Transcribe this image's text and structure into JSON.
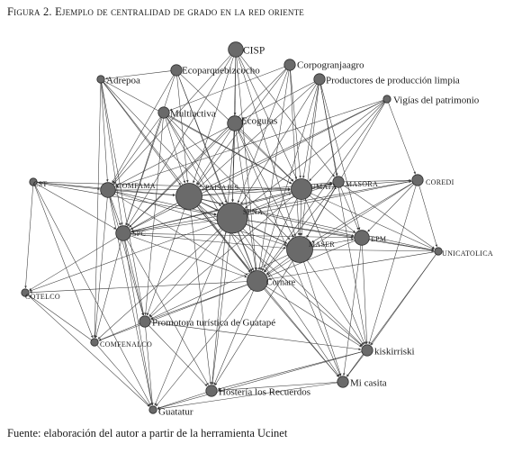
{
  "figure": {
    "title": "Figura 2. Ejemplo de centralidad de grado en la red oriente",
    "source": "Fuente: elaboración del autor a partir de la herramienta Ucinet"
  },
  "colors": {
    "node_fill": "#6a6a6a",
    "edge": "#3a3a3a",
    "text": "#1a1a1a"
  },
  "nodes": [
    {
      "id": "cisp",
      "label": "CISP",
      "size": 2
    },
    {
      "id": "ecoparque",
      "label": "Ecoparquebizcocho",
      "size": 1
    },
    {
      "id": "corpogranjaagro",
      "label": "Corpogranjaagro",
      "size": 1
    },
    {
      "id": "adrepoa",
      "label": "Adrepoa",
      "size": 0
    },
    {
      "id": "productores",
      "label": "Productores de producción limpia",
      "size": 1
    },
    {
      "id": "vigias",
      "label": "Vigías del patrimonio",
      "size": 0
    },
    {
      "id": "multiactiva",
      "label": "Multiactiva",
      "size": 1
    },
    {
      "id": "ecoguias",
      "label": "Ecoguias",
      "size": 2
    },
    {
      "id": "cst",
      "label": "CST",
      "size": 0
    },
    {
      "id": "comfama",
      "label": "COMFAMA",
      "size": 2
    },
    {
      "id": "paisajes",
      "label": "PAISAJES",
      "size": 4
    },
    {
      "id": "umata",
      "label": "UMATA",
      "size": 3
    },
    {
      "id": "masora",
      "label": "MASORA",
      "size": 1
    },
    {
      "id": "coredi",
      "label": "COREDI",
      "size": 1
    },
    {
      "id": "sena",
      "label": "SENA",
      "size": 5
    },
    {
      "id": "spc",
      "label": "SPC",
      "size": 2
    },
    {
      "id": "maser",
      "label": "MASER",
      "size": 4
    },
    {
      "id": "epm",
      "label": "EPM",
      "size": 2
    },
    {
      "id": "unicatolica",
      "label": "UNICATOLICA",
      "size": 0
    },
    {
      "id": "cotelco",
      "label": "COTELCO",
      "size": 0
    },
    {
      "id": "cornare",
      "label": "Cornare",
      "size": 3
    },
    {
      "id": "promotora",
      "label": "Promotora turística de Guatapé",
      "size": 1
    },
    {
      "id": "comfenalco",
      "label": "COMFENALCO",
      "size": 0
    },
    {
      "id": "kiskirriski",
      "label": "kiskirriski",
      "size": 1
    },
    {
      "id": "micasita",
      "label": "Mi casita",
      "size": 1
    },
    {
      "id": "hosteria",
      "label": "Hostería los Recuerdos",
      "size": 1
    },
    {
      "id": "guatatur",
      "label": "Guatatur",
      "size": 0
    }
  ],
  "edges": [
    [
      "cisp",
      "sena"
    ],
    [
      "cisp",
      "paisajes"
    ],
    [
      "cisp",
      "umata"
    ],
    [
      "cisp",
      "cornare"
    ],
    [
      "cisp",
      "comfama"
    ],
    [
      "cisp",
      "maser"
    ],
    [
      "cisp",
      "spc"
    ],
    [
      "cisp",
      "ecoguias"
    ],
    [
      "cisp",
      "masora"
    ],
    [
      "ecoparque",
      "paisajes"
    ],
    [
      "ecoparque",
      "sena"
    ],
    [
      "ecoparque",
      "umata"
    ],
    [
      "ecoparque",
      "cornare"
    ],
    [
      "ecoparque",
      "comfama"
    ],
    [
      "ecoparque",
      "spc"
    ],
    [
      "ecoparque",
      "adrepoa"
    ],
    [
      "corpogranjaagro",
      "sena"
    ],
    [
      "corpogranjaagro",
      "umata"
    ],
    [
      "corpogranjaagro",
      "paisajes"
    ],
    [
      "corpogranjaagro",
      "maser"
    ],
    [
      "corpogranjaagro",
      "cornare"
    ],
    [
      "corpogranjaagro",
      "multiactiva"
    ],
    [
      "corpogranjaagro",
      "spc"
    ],
    [
      "adrepoa",
      "paisajes"
    ],
    [
      "adrepoa",
      "sena"
    ],
    [
      "adrepoa",
      "comfama"
    ],
    [
      "adrepoa",
      "spc"
    ],
    [
      "adrepoa",
      "cornare"
    ],
    [
      "adrepoa",
      "umata"
    ],
    [
      "adrepoa",
      "promotora"
    ],
    [
      "adrepoa",
      "comfenalco"
    ],
    [
      "productores",
      "sena"
    ],
    [
      "productores",
      "umata"
    ],
    [
      "productores",
      "paisajes"
    ],
    [
      "productores",
      "maser"
    ],
    [
      "productores",
      "cornare"
    ],
    [
      "productores",
      "masora"
    ],
    [
      "productores",
      "epm"
    ],
    [
      "productores",
      "ecoguias"
    ],
    [
      "productores",
      "kiskirriski"
    ],
    [
      "vigias",
      "sena"
    ],
    [
      "vigias",
      "paisajes"
    ],
    [
      "vigias",
      "umata"
    ],
    [
      "vigias",
      "cornare"
    ],
    [
      "vigias",
      "coredi"
    ],
    [
      "vigias",
      "spc"
    ],
    [
      "vigias",
      "comfama"
    ],
    [
      "vigias",
      "maser"
    ],
    [
      "multiactiva",
      "sena"
    ],
    [
      "multiactiva",
      "paisajes"
    ],
    [
      "multiactiva",
      "umata"
    ],
    [
      "multiactiva",
      "cornare"
    ],
    [
      "multiactiva",
      "comfama"
    ],
    [
      "multiactiva",
      "spc"
    ],
    [
      "multiactiva",
      "promotora"
    ],
    [
      "multiactiva",
      "maser"
    ],
    [
      "ecoguias",
      "sena"
    ],
    [
      "ecoguias",
      "paisajes"
    ],
    [
      "ecoguias",
      "umata"
    ],
    [
      "ecoguias",
      "cornare"
    ],
    [
      "ecoguias",
      "comfama"
    ],
    [
      "ecoguias",
      "spc"
    ],
    [
      "ecoguias",
      "maser"
    ],
    [
      "ecoguias",
      "hosteria"
    ],
    [
      "ecoguias",
      "micasita"
    ],
    [
      "cst",
      "comfama"
    ],
    [
      "cst",
      "paisajes"
    ],
    [
      "cst",
      "sena"
    ],
    [
      "cst",
      "spc"
    ],
    [
      "cst",
      "umata"
    ],
    [
      "cst",
      "cotelco"
    ],
    [
      "cst",
      "guatatur"
    ],
    [
      "cst",
      "comfenalco"
    ],
    [
      "comfama",
      "paisajes"
    ],
    [
      "comfama",
      "sena"
    ],
    [
      "comfama",
      "umata"
    ],
    [
      "comfama",
      "spc"
    ],
    [
      "comfama",
      "cornare"
    ],
    [
      "comfama",
      "promotora"
    ],
    [
      "comfama",
      "guatatur"
    ],
    [
      "comfama",
      "comfenalco"
    ],
    [
      "comfama",
      "maser"
    ],
    [
      "paisajes",
      "sena"
    ],
    [
      "paisajes",
      "umata"
    ],
    [
      "paisajes",
      "maser"
    ],
    [
      "paisajes",
      "cornare"
    ],
    [
      "paisajes",
      "spc"
    ],
    [
      "paisajes",
      "masora"
    ],
    [
      "paisajes",
      "promotora"
    ],
    [
      "paisajes",
      "hosteria"
    ],
    [
      "paisajes",
      "kiskirriski"
    ],
    [
      "paisajes",
      "micasita"
    ],
    [
      "paisajes",
      "unicatolica"
    ],
    [
      "paisajes",
      "epm"
    ],
    [
      "sena",
      "umata"
    ],
    [
      "sena",
      "maser"
    ],
    [
      "sena",
      "cornare"
    ],
    [
      "sena",
      "spc"
    ],
    [
      "sena",
      "masora"
    ],
    [
      "sena",
      "epm"
    ],
    [
      "sena",
      "coredi"
    ],
    [
      "sena",
      "unicatolica"
    ],
    [
      "sena",
      "promotora"
    ],
    [
      "sena",
      "hosteria"
    ],
    [
      "sena",
      "kiskirriski"
    ],
    [
      "sena",
      "micasita"
    ],
    [
      "sena",
      "guatatur"
    ],
    [
      "sena",
      "comfenalco"
    ],
    [
      "sena",
      "cotelco"
    ],
    [
      "umata",
      "maser"
    ],
    [
      "umata",
      "cornare"
    ],
    [
      "umata",
      "masora"
    ],
    [
      "umata",
      "epm"
    ],
    [
      "umata",
      "coredi"
    ],
    [
      "umata",
      "spc"
    ],
    [
      "umata",
      "promotora"
    ],
    [
      "umata",
      "unicatolica"
    ],
    [
      "umata",
      "kiskirriski"
    ],
    [
      "masora",
      "coredi"
    ],
    [
      "masora",
      "maser"
    ],
    [
      "masora",
      "epm"
    ],
    [
      "masora",
      "cornare"
    ],
    [
      "masora",
      "unicatolica"
    ],
    [
      "masora",
      "spc"
    ],
    [
      "coredi",
      "maser"
    ],
    [
      "coredi",
      "epm"
    ],
    [
      "coredi",
      "unicatolica"
    ],
    [
      "coredi",
      "cornare"
    ],
    [
      "coredi",
      "spc"
    ],
    [
      "coredi",
      "kiskirriski"
    ],
    [
      "spc",
      "maser"
    ],
    [
      "spc",
      "cornare"
    ],
    [
      "spc",
      "promotora"
    ],
    [
      "spc",
      "comfenalco"
    ],
    [
      "spc",
      "guatatur"
    ],
    [
      "spc",
      "hosteria"
    ],
    [
      "spc",
      "cotelco"
    ],
    [
      "spc",
      "epm"
    ],
    [
      "maser",
      "cornare"
    ],
    [
      "maser",
      "epm"
    ],
    [
      "maser",
      "unicatolica"
    ],
    [
      "maser",
      "kiskirriski"
    ],
    [
      "maser",
      "micasita"
    ],
    [
      "maser",
      "promotora"
    ],
    [
      "maser",
      "hosteria"
    ],
    [
      "epm",
      "unicatolica"
    ],
    [
      "epm",
      "cornare"
    ],
    [
      "epm",
      "kiskirriski"
    ],
    [
      "epm",
      "micasita"
    ],
    [
      "unicatolica",
      "kiskirriski"
    ],
    [
      "unicatolica",
      "micasita"
    ],
    [
      "unicatolica",
      "cornare"
    ],
    [
      "cornare",
      "promotora"
    ],
    [
      "cornare",
      "hosteria"
    ],
    [
      "cornare",
      "micasita"
    ],
    [
      "cornare",
      "kiskirriski"
    ],
    [
      "cornare",
      "guatatur"
    ],
    [
      "cornare",
      "comfenalco"
    ],
    [
      "cornare",
      "cotelco"
    ],
    [
      "promotora",
      "hosteria"
    ],
    [
      "promotora",
      "guatatur"
    ],
    [
      "promotora",
      "comfenalco"
    ],
    [
      "promotora",
      "kiskirriski"
    ],
    [
      "comfenalco",
      "guatatur"
    ],
    [
      "comfenalco",
      "cotelco"
    ],
    [
      "kiskirriski",
      "micasita"
    ],
    [
      "kiskirriski",
      "hosteria"
    ],
    [
      "kiskirriski",
      "guatatur"
    ],
    [
      "micasita",
      "hosteria"
    ],
    [
      "micasita",
      "guatatur"
    ],
    [
      "hosteria",
      "guatatur"
    ],
    [
      "cotelco",
      "guatatur"
    ]
  ]
}
